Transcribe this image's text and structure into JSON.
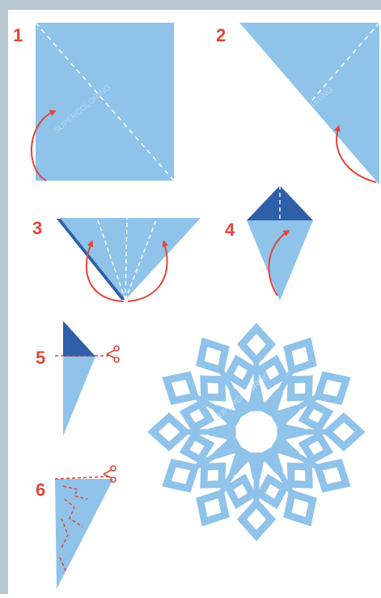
{
  "colors": {
    "frame": "#b7c7d2",
    "paper": "#ffffff",
    "light_blue": "#8fc3ea",
    "dark_blue": "#2f5fa8",
    "snowflake": "#8fc3ea",
    "arrow_red": "#e0453a",
    "step_number": "#e0453a",
    "fold_line": "#ffffff",
    "cut_line": "#e0453a"
  },
  "steps": [
    {
      "number": "1",
      "action": "fold-diagonal"
    },
    {
      "number": "2",
      "action": "fold-in-half"
    },
    {
      "number": "3",
      "action": "fold-sides-in-thirds"
    },
    {
      "number": "4",
      "action": "fold-up"
    },
    {
      "number": "5",
      "action": "cut-top-off"
    },
    {
      "number": "6",
      "action": "cut-pattern"
    }
  ],
  "icons": [
    "curved-arrow-icon",
    "scissors-icon"
  ],
  "watermark": "SUPERCOLORING",
  "result": {
    "name": "snowflake",
    "symmetry": 6
  }
}
